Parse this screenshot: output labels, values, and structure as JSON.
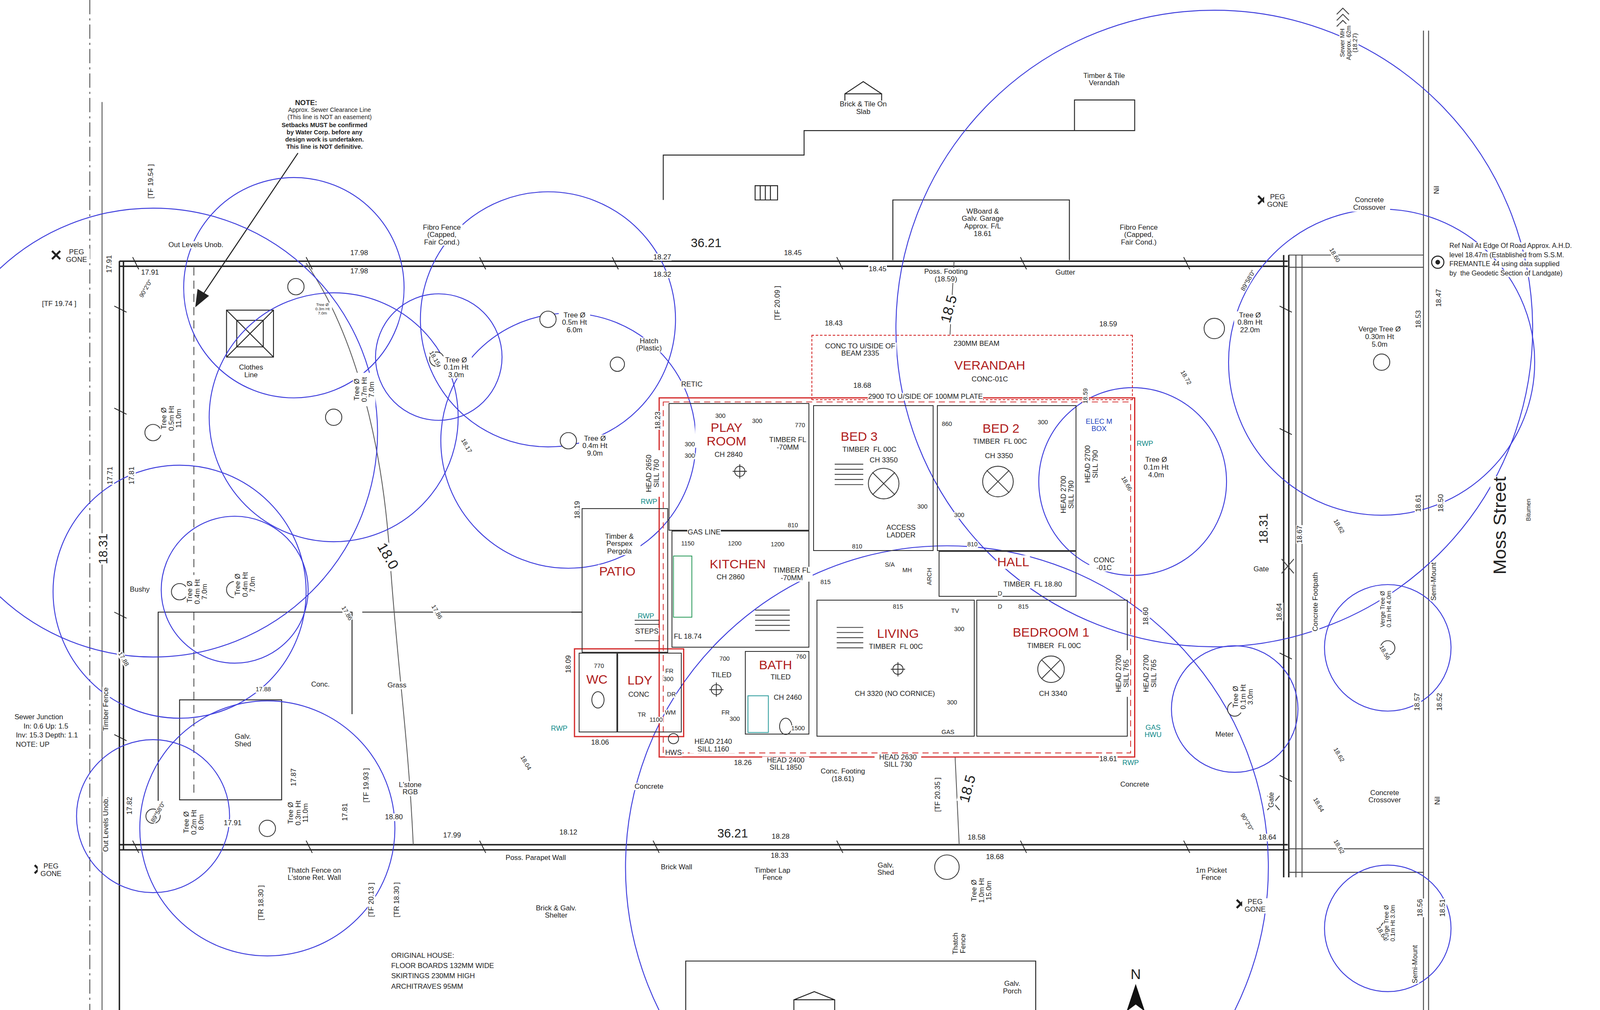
{
  "diagram": {
    "nodes": [
      {
        "text": [
          "VERANDAH",
          "CONC-01C"
        ]
      },
      {
        "text": [
          "PLAY ROOM",
          "CH 2840"
        ]
      },
      {
        "text": [
          "BED 3",
          "TIMBER  FL 00C",
          "CH 3350"
        ]
      },
      {
        "text": [
          "BED 2",
          "TIMBER  FL 00C",
          "CH 3350"
        ]
      },
      {
        "text": [
          "Timber & Perspex Pergola",
          "PATIO"
        ]
      },
      {
        "text": [
          "KITCHEN",
          "CH 2860"
        ]
      },
      {
        "text": [
          "HALL"
        ]
      },
      {
        "text": [
          "LIVING",
          "TIMBER  FL 00C",
          "CH 3320 (NO CORNICE)"
        ]
      },
      {
        "text": [
          "BEDROOM 1",
          "TIMBER  FL 00C",
          "CH 3340"
        ]
      },
      {
        "text": [
          "WC"
        ]
      },
      {
        "text": [
          "LDY",
          "CONC"
        ]
      },
      {
        "text": [
          "BATH",
          "TILED",
          "CH 2460"
        ]
      }
    ],
    "labels": [
      "NOTE:",
      "Approx. Sewer Clearance Line",
      "(This line is NOT an easement)",
      "Setbacks MUST be confirmed",
      "by Water Corp. before any",
      "design work is undertaken.",
      "This line is NOT definitive.",
      "PEG GONE",
      "Out Levels Unob.",
      "17.98",
      "17.98",
      "17.91",
      "17.91",
      "[TF 19.74 ]",
      "[TF 19.54 ]",
      "90°2'0\"",
      "Clothes Line",
      "Tree Ø 0.5m Ht 11.0m",
      "Tree Ø 0.7m Ht 7.0m",
      "Tree Ø 0.1m Ht 3.0m",
      "Tree Ø 0.5m Ht 6.0m",
      "Tree Ø 0.4m Ht 9.0m",
      "Tree Ø 0.3m Ht 7.0m",
      "Hatch (Plastic)",
      "Fibro Fence (Capped, Fair Cond.)",
      "18.27",
      "18.32",
      "36.21",
      "18.45",
      "18.45",
      "Poss. Footing (18.59)",
      "Gutter",
      "WBoard & Galv. Garage Approx. F/L 18.61",
      "Fibro Fence (Capped, Fair Cond.)",
      "Brick & Tile On Slab",
      "Timber & Tile Verandah",
      "18.5",
      "18.43",
      "18.59",
      "[TF 20.09 ]",
      "18.23",
      "18.17",
      "18.15",
      "18.0",
      "17.71",
      "17.81",
      "18.31",
      "Bushy",
      "Tree Ø 0.4m Ht 7.0m",
      "Tree Ø 0.4m Ht 7.0m",
      "17.86",
      "17.86",
      "Conc.",
      "Grass",
      "17.88",
      "17.88",
      "Galv. Shed",
      "Timber Fence",
      "Sewer Junction",
      "In: 0.6 Up: 1.5",
      "Inv: 15.3 Depth: 1.1",
      "NOTE: UP",
      "Out Levels Unob.",
      "17.82",
      "89°58'0\"",
      "Tree Ø 0.2m Ht 8.0m",
      "17.91",
      "Tree Ø 0.3m Ht 11.0m",
      "17.87",
      "[TF 19.93 ]",
      "17.81",
      "L'stone RGB",
      "18.80",
      "17.99",
      "18.12",
      "Poss. Parapet Wall",
      "PEG GONE",
      "Thatch Fence on L'stone Ret. Wall",
      "[TR 18.30 ]",
      "[TF 20.13 ]",
      "[TR 18.30 ]",
      "Brick & Galv. Shelter",
      "ORIGINAL HOUSE:",
      "FLOOR BOARDS 132MM WIDE",
      "SKIRTINGS 230MM HIGH",
      "ARCHITRAVES 95MM",
      "Brick Wall",
      "36.21",
      "18.28",
      "18.33",
      "Timber Lap Fence",
      "Galv. Shed",
      "[TF 20.35 ]",
      "18.5",
      "18.58",
      "18.68",
      "Tree Ø 1.0m Ht 15.0m",
      "Thatch Fence",
      "Galv. Porch",
      "Concrete",
      "18.04",
      "HWS",
      "18.06",
      "RWP",
      "Concrete",
      "1m Picket Fence",
      "PEG GONE",
      "N",
      "Sewer MH Approx. 62m (18.27)",
      "PEG GONE",
      "Concrete Crossover",
      "Ref Nail At Edge Of Road Approx. A.H.D.",
      "level 18.47m (Established from S.S.M.",
      "FREMANTLE 44 using data supplied",
      "by  the Geodetic Section of Landgate)",
      "89°58'0\"",
      "18.60",
      "Tree Ø 0.8m Ht 22.0m",
      "Verge Tree Ø 0.30m Ht 5.0m",
      "18.53",
      "18.47",
      "Nil",
      "18.72",
      "Tree Ø 0.1m Ht 4.0m",
      "18.31",
      "18.62",
      "18.61",
      "18.50",
      "Moss Street",
      "Bitumen",
      "18.67",
      "Gate",
      "Concrete Footpath",
      "Semi-Mount",
      "Verge Tree Ø 0.1m Ht 4.0m",
      "18.64",
      "18.56",
      "18.57",
      "18.52",
      "Tree Ø 0.1m Ht 3.0m",
      "Meter",
      "18.62",
      "Gate",
      "90°2'0\"",
      "18.64",
      "Concrete Crossover",
      "Nil",
      "18.64",
      "18.62",
      "Verge Tree Ø 0.1m Ht 3.0m",
      "18.56",
      "18.51",
      "Semi-Mount",
      "18.64",
      "230MM BEAM",
      "CONC TO U/SIDE OF BEAM 2335",
      "18.68",
      "2900 TO U/SIDE OF 100MM PLATE",
      "RETIC",
      "300",
      "300",
      "300",
      "300",
      "770",
      "TIMBER FL -70MM",
      "860",
      "300",
      "HEAD 2650 SILL 760",
      "RWP",
      "ELEC M BOX",
      "RWP",
      "HEAD 2700 SILL 790",
      "HEAD 2700 SILL 790",
      "18.59",
      "18.66",
      "GAS LINE",
      "1150",
      "1200",
      "1200",
      "810",
      "ACCESS LADDER",
      "810",
      "810",
      "300",
      "300",
      "815",
      "S/A",
      "MH",
      "ARCH",
      "TIMBER FL -70MM",
      "TIMBER  FL 18.80",
      "CONC -01C",
      "815",
      "815",
      "TV",
      "D",
      "D",
      "300",
      "300",
      "GAS",
      "18.60",
      "HEAD 2700 SILL 765",
      "HEAD 2700 SILL 765",
      "GAS HWU",
      "RWP",
      "18.61",
      "HEAD 2630 SILL 730",
      "Conc. Footing (18.61)",
      "HEAD 2400 SILL 1850",
      "HEAD 2140 SILL 1160",
      "18.26",
      "760",
      "1500",
      "FR",
      "300",
      "700",
      "TILED",
      "FL 18.74",
      "STEPS",
      "RWP",
      "18.19",
      "18.09",
      "770",
      "FR",
      "300",
      "DR",
      "TR",
      "1100",
      "WM"
    ]
  }
}
